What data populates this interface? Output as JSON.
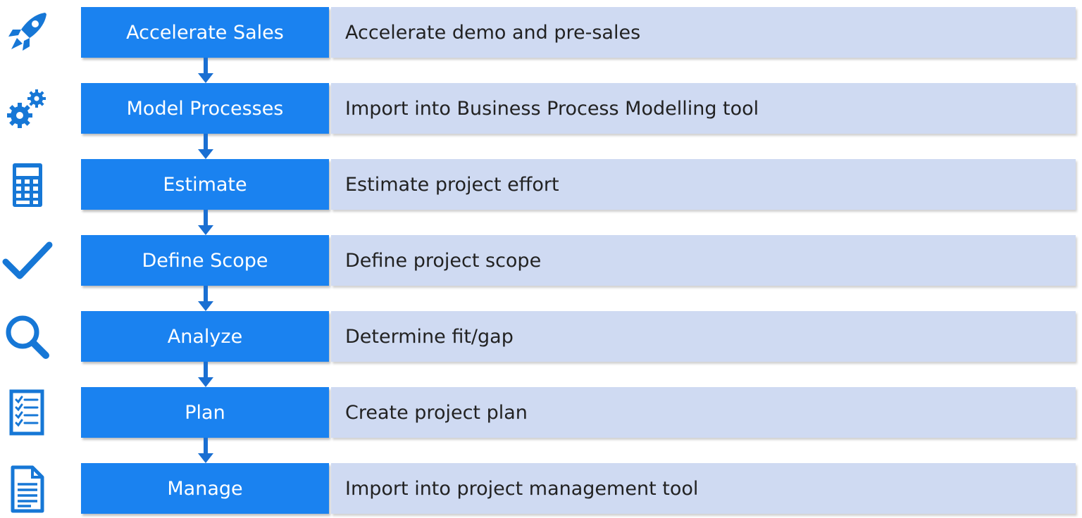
{
  "colors": {
    "step_fill": "#1a82f0",
    "desc_fill": "#cfdaf2",
    "icon_color": "#1677d6",
    "arrow_color": "#1a6fd2"
  },
  "steps": [
    {
      "label": "Accelerate Sales",
      "description": "Accelerate demo and pre-sales",
      "icon": "rocket-icon"
    },
    {
      "label": "Model Processes",
      "description": "Import into Business Process Modelling tool",
      "icon": "gears-icon"
    },
    {
      "label": "Estimate",
      "description": "Estimate project effort",
      "icon": "calculator-icon"
    },
    {
      "label": "Define Scope",
      "description": "Define project scope",
      "icon": "checkmark-icon"
    },
    {
      "label": "Analyze",
      "description": "Determine fit/gap",
      "icon": "magnifier-icon"
    },
    {
      "label": "Plan",
      "description": "Create project plan",
      "icon": "checklist-icon"
    },
    {
      "label": "Manage",
      "description": "Import into project management tool",
      "icon": "document-icon"
    }
  ]
}
